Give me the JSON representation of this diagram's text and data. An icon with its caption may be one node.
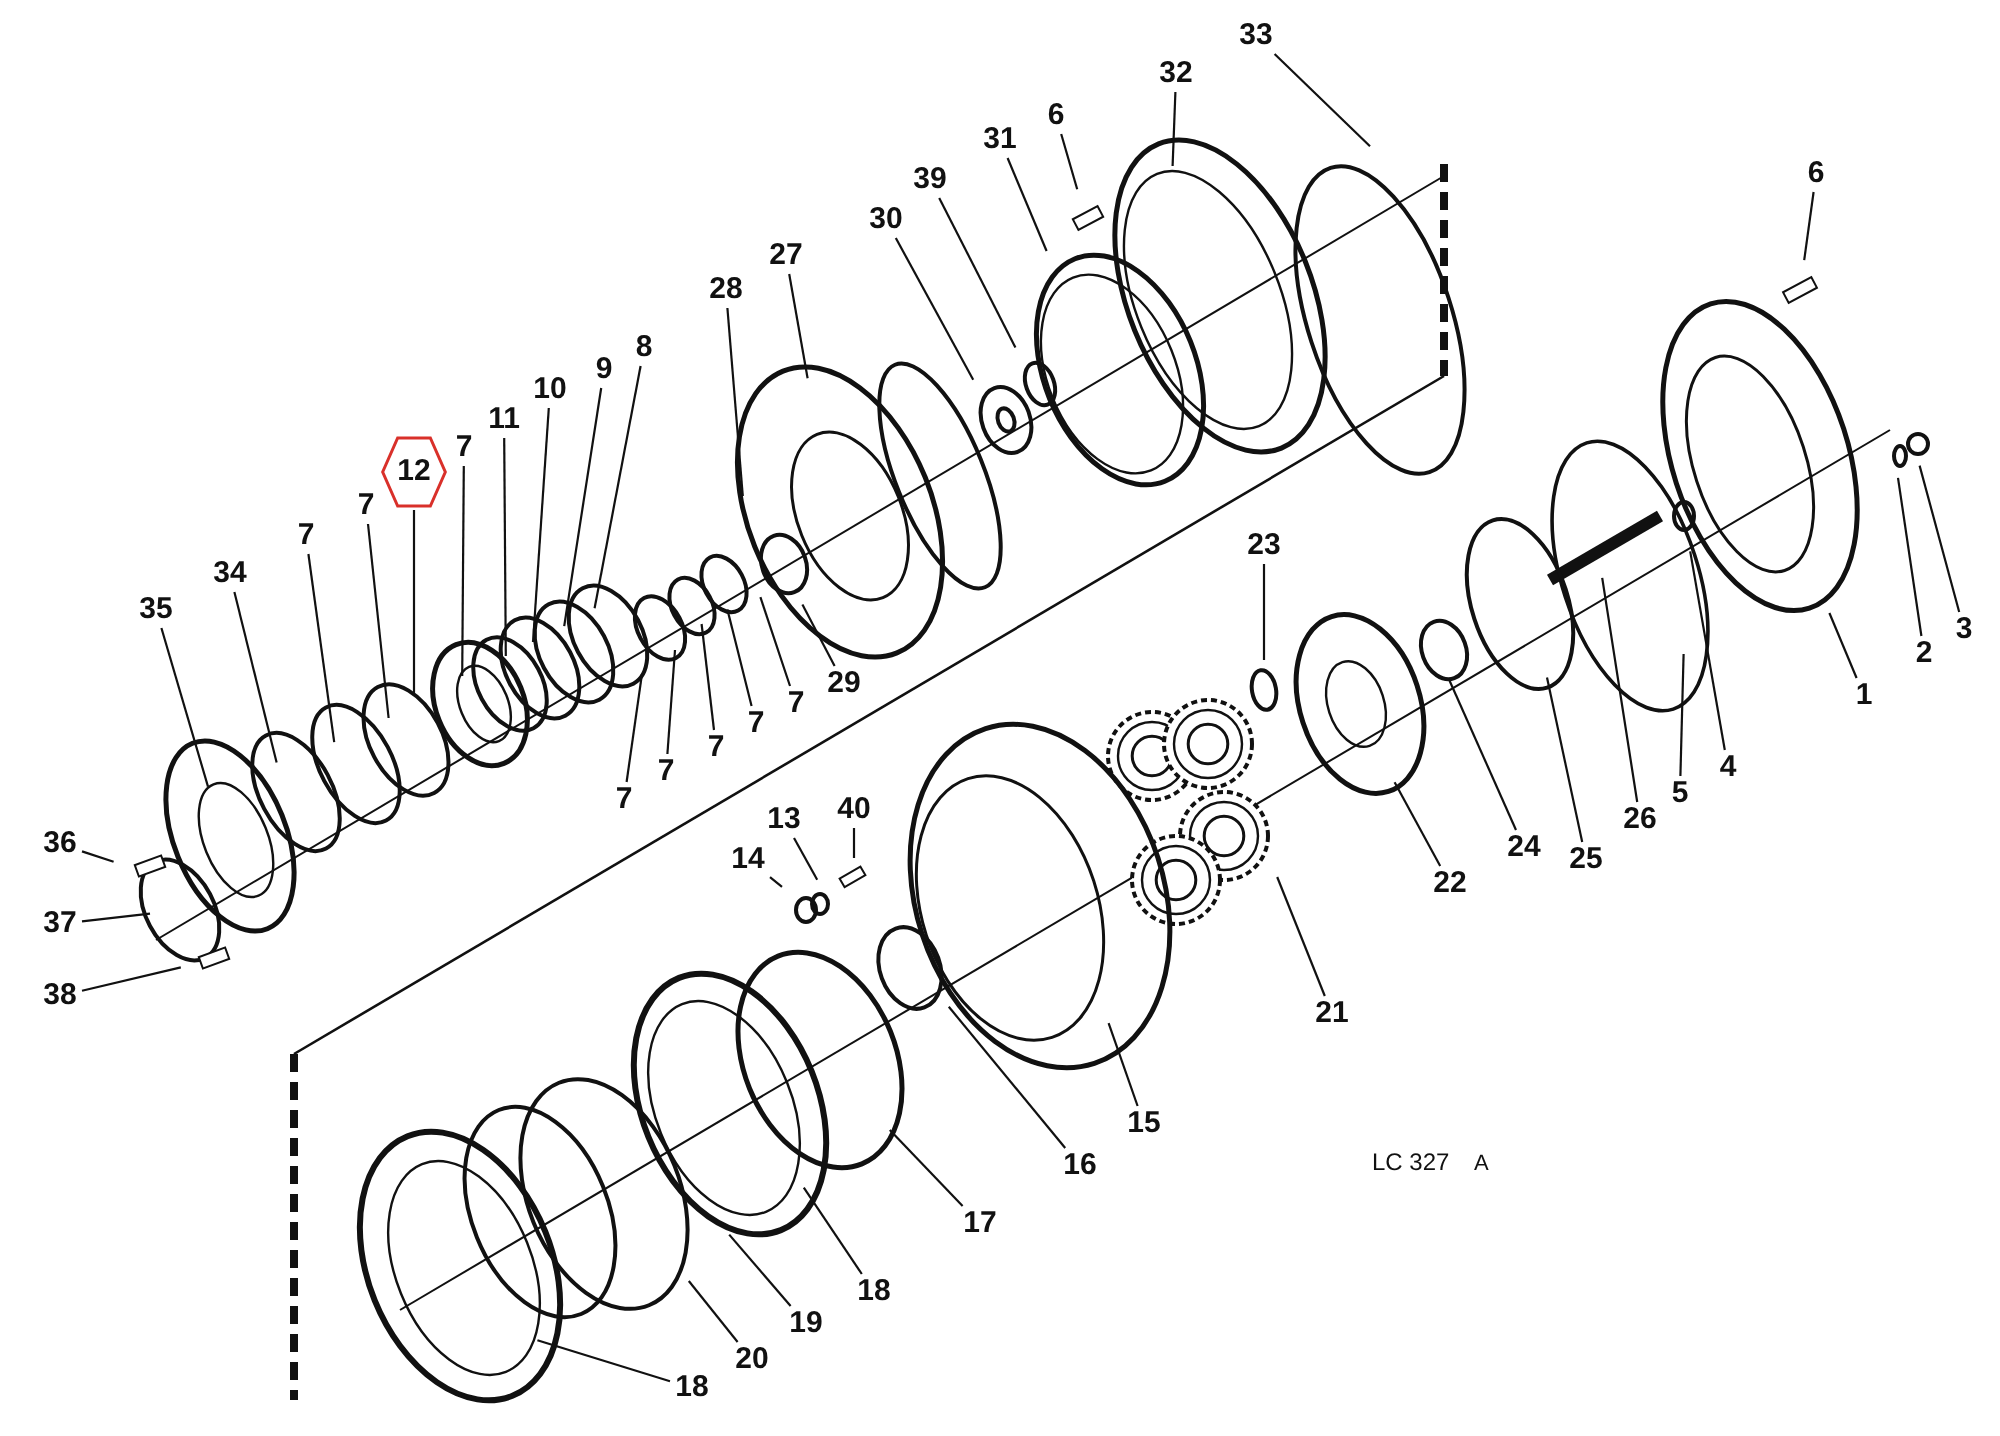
{
  "diagram": {
    "nodes": [
      {
        "text": [
          "33"
        ]
      },
      {
        "text": [
          "32"
        ]
      },
      {
        "text": [
          "6"
        ]
      },
      {
        "text": [
          "31"
        ]
      },
      {
        "text": [
          "39"
        ]
      },
      {
        "text": [
          "30"
        ]
      },
      {
        "text": [
          "27"
        ]
      },
      {
        "text": [
          "28"
        ]
      },
      {
        "text": [
          "6"
        ]
      },
      {
        "text": [
          "12"
        ]
      },
      {
        "text": [
          "7"
        ]
      },
      {
        "text": [
          "11"
        ]
      },
      {
        "text": [
          "10"
        ]
      },
      {
        "text": [
          "9"
        ]
      },
      {
        "text": [
          "8"
        ]
      },
      {
        "text": [
          "7"
        ]
      },
      {
        "text": [
          "7"
        ]
      },
      {
        "text": [
          "34"
        ]
      },
      {
        "text": [
          "35"
        ]
      },
      {
        "text": [
          "36"
        ]
      },
      {
        "text": [
          "37"
        ]
      },
      {
        "text": [
          "38"
        ]
      },
      {
        "text": [
          "7"
        ]
      },
      {
        "text": [
          "7"
        ]
      },
      {
        "text": [
          "7"
        ]
      },
      {
        "text": [
          "7"
        ]
      },
      {
        "text": [
          "7"
        ]
      },
      {
        "text": [
          "29"
        ]
      },
      {
        "text": [
          "23"
        ]
      },
      {
        "text": [
          "13"
        ]
      },
      {
        "text": [
          "40"
        ]
      },
      {
        "text": [
          "14"
        ]
      },
      {
        "text": [
          "22"
        ]
      },
      {
        "text": [
          "24"
        ]
      },
      {
        "text": [
          "25"
        ]
      },
      {
        "text": [
          "26"
        ]
      },
      {
        "text": [
          "5"
        ]
      },
      {
        "text": [
          "4"
        ]
      },
      {
        "text": [
          "1"
        ]
      },
      {
        "text": [
          "2"
        ]
      },
      {
        "text": [
          "3"
        ]
      },
      {
        "text": [
          "21"
        ]
      },
      {
        "text": [
          "15"
        ]
      },
      {
        "text": [
          "16"
        ]
      },
      {
        "text": [
          "17"
        ]
      },
      {
        "text": [
          "18"
        ]
      },
      {
        "text": [
          "19"
        ]
      },
      {
        "text": [
          "20"
        ]
      },
      {
        "text": [
          "18"
        ]
      }
    ],
    "edges": [
      {
        "from": 0,
        "to": null,
        "arrow": "none"
      },
      {
        "from": 1,
        "to": null,
        "arrow": "none"
      },
      {
        "from": 2,
        "to": null,
        "arrow": "none"
      },
      {
        "from": 3,
        "to": null,
        "arrow": "none"
      },
      {
        "from": 4,
        "to": null,
        "arrow": "none"
      },
      {
        "from": 5,
        "to": null,
        "arrow": "none"
      },
      {
        "from": 6,
        "to": null,
        "arrow": "none"
      },
      {
        "from": 7,
        "to": null,
        "arrow": "none"
      },
      {
        "from": 8,
        "to": null,
        "arrow": "none"
      },
      {
        "from": 9,
        "to": null,
        "arrow": "none"
      },
      {
        "from": 10,
        "to": null,
        "arrow": "none"
      },
      {
        "from": 11,
        "to": null,
        "arrow": "none"
      },
      {
        "from": 12,
        "to": null,
        "arrow": "none"
      },
      {
        "from": 13,
        "to": null,
        "arrow": "none"
      },
      {
        "from": 14,
        "to": null,
        "arrow": "none"
      },
      {
        "from": 15,
        "to": null,
        "arrow": "none"
      },
      {
        "from": 16,
        "to": null,
        "arrow": "none"
      },
      {
        "from": 17,
        "to": null,
        "arrow": "none"
      },
      {
        "from": 18,
        "to": null,
        "arrow": "none"
      },
      {
        "from": 19,
        "to": null,
        "arrow": "none"
      },
      {
        "from": 20,
        "to": null,
        "arrow": "none"
      },
      {
        "from": 21,
        "to": null,
        "arrow": "none"
      },
      {
        "from": 22,
        "to": null,
        "arrow": "none"
      },
      {
        "from": 23,
        "to": null,
        "arrow": "none"
      },
      {
        "from": 24,
        "to": null,
        "arrow": "none"
      },
      {
        "from": 25,
        "to": null,
        "arrow": "none"
      },
      {
        "from": 26,
        "to": null,
        "arrow": "none"
      },
      {
        "from": 27,
        "to": null,
        "arrow": "none"
      },
      {
        "from": 28,
        "to": null,
        "arrow": "none"
      },
      {
        "from": 29,
        "to": null,
        "arrow": "none"
      },
      {
        "from": 30,
        "to": null,
        "arrow": "none"
      },
      {
        "from": 31,
        "to": null,
        "arrow": "none"
      },
      {
        "from": 32,
        "to": null,
        "arrow": "none"
      },
      {
        "from": 33,
        "to": null,
        "arrow": "none"
      },
      {
        "from": 34,
        "to": null,
        "arrow": "none"
      },
      {
        "from": 35,
        "to": null,
        "arrow": "none"
      },
      {
        "from": 36,
        "to": null,
        "arrow": "none"
      },
      {
        "from": 37,
        "to": null,
        "arrow": "none"
      },
      {
        "from": 38,
        "to": null,
        "arrow": "none"
      },
      {
        "from": 39,
        "to": null,
        "arrow": "none"
      },
      {
        "from": 40,
        "to": null,
        "arrow": "none"
      },
      {
        "from": 41,
        "to": null,
        "arrow": "none"
      },
      {
        "from": 42,
        "to": null,
        "arrow": "none"
      },
      {
        "from": 43,
        "to": null,
        "arrow": "none"
      },
      {
        "from": 44,
        "to": null,
        "arrow": "none"
      },
      {
        "from": 45,
        "to": null,
        "arrow": "none"
      },
      {
        "from": 46,
        "to": null,
        "arrow": "none"
      },
      {
        "from": 47,
        "to": null,
        "arrow": "none"
      },
      {
        "from": 48,
        "to": null,
        "arrow": "none"
      }
    ],
    "labels": [
      "LC 327",
      "A"
    ]
  }
}
